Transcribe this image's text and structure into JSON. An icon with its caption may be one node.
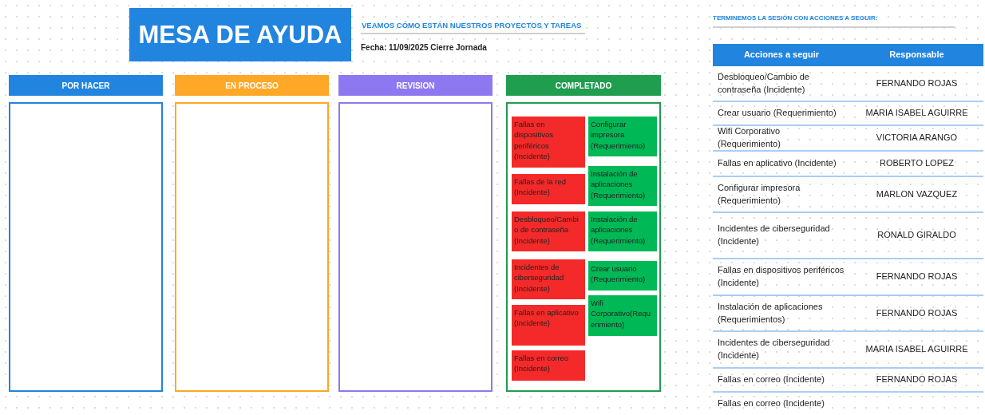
{
  "diagram": {
    "title": "MESA DE AYUDA",
    "nodes": [
      {
        "text": [
          "POR HACER"
        ]
      },
      {
        "text": [
          "EN PROCESO"
        ]
      },
      {
        "text": [
          "REVISION"
        ]
      },
      {
        "text": [
          "COMPLETADO"
        ]
      },
      {
        "text": [],
        "shape": "box"
      },
      {
        "text": [],
        "shape": "box"
      },
      {
        "text": [],
        "shape": "box"
      },
      {
        "text": [],
        "shape": "box"
      },
      {
        "text": [
          "Fallas en dispositivos periféricos (Incidente)"
        ],
        "in": 7
      },
      {
        "text": [
          "Fallas de la red (Incidente)"
        ],
        "in": 7
      },
      {
        "text": [
          "Desbloqueo/Cambio de contraseña (Incidente)"
        ],
        "in": 7
      },
      {
        "text": [
          "Incidentes de ciberseguridad (Incidente)"
        ],
        "in": 7
      },
      {
        "text": [
          "Fallas en aplicativo (Incidente)"
        ],
        "in": 7
      },
      {
        "text": [
          "Fallas en correo (Incidente)"
        ],
        "in": 7
      },
      {
        "text": [
          "Configurar impresora (Requerimiento)"
        ],
        "in": 7
      },
      {
        "text": [
          "Instalación de aplicaciones (Requerimiento)"
        ],
        "in": 7
      },
      {
        "text": [
          "Instalación de aplicaciones (Requerimiento)"
        ],
        "in": 7
      },
      {
        "text": [
          "Crear usuario (Requerimiento)"
        ],
        "in": 7
      },
      {
        "text": [
          "Wifi Corporativo(Requerimiento)"
        ],
        "in": 7
      }
    ],
    "edges": [],
    "labels": [
      "VEAMOS CÓMO ESTÁN NUESTROS PROYECTOS Y TAREAS",
      "Fecha: 11/09/2025 Cierre Jornada",
      "TERMINEMOS LA SESIÓN CON ACCIONES A SEGUIR:",
      "Acciones a seguir",
      "Responsable",
      "Desbloqueo/Cambio de contraseña (Incidente)",
      "FERNANDO ROJAS",
      "Crear usuario (Requerimiento)",
      "MARIA ISABEL AGUIRRE",
      "Wifi Corporativo (Requerimiento)",
      "VICTORIA ARANGO",
      "Fallas en aplicativo (Incidente)",
      "ROBERTO LOPEZ",
      "Configurar impresora (Requerimiento)",
      "MARLON VAZQUEZ",
      "Incidentes de ciberseguridad (Incidente)",
      "RONALD GIRALDO",
      "Fallas en dispositivos periféricos (Incidente)",
      "FERNANDO ROJAS",
      "Instalación de aplicaciones (Requerimientos)",
      "FERNANDO ROJAS",
      "Incidentes de ciberseguridad (Incidente)",
      "MARIA ISABEL AGUIRRE",
      "Fallas en correo (Incidente)",
      "FERNANDO ROJAS",
      "Fallas en correo (Incidente)"
    ]
  }
}
